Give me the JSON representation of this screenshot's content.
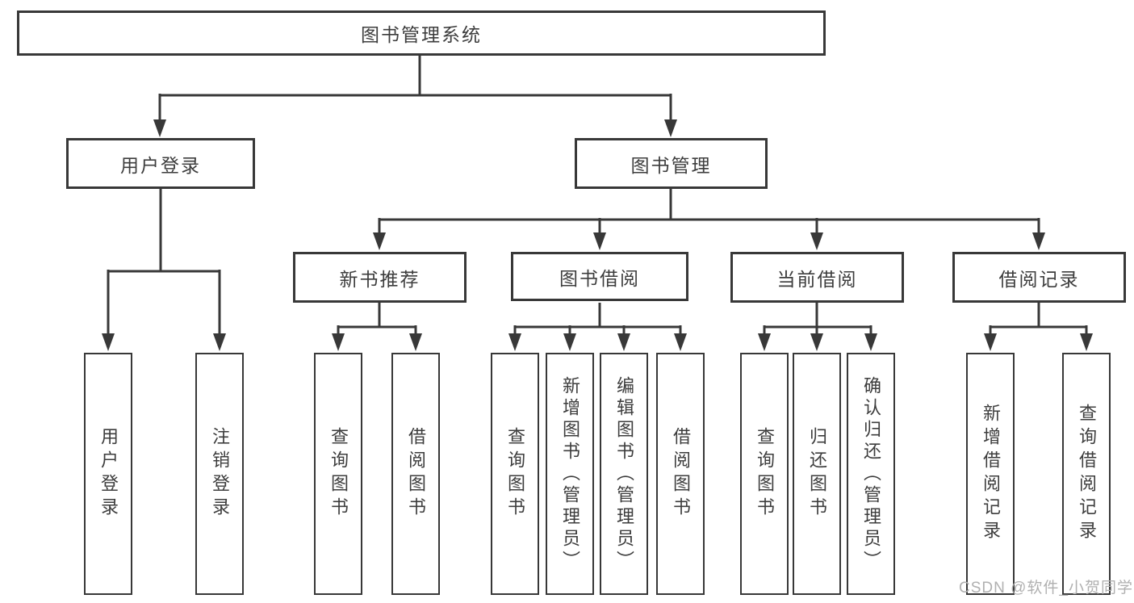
{
  "tree": {
    "title": "图书管理系统",
    "branches": [
      {
        "label": "用户登录",
        "children": [
          {
            "label": "用户登录"
          },
          {
            "label": "注销登录"
          }
        ]
      },
      {
        "label": "图书管理",
        "children": [
          {
            "label": "新书推荐",
            "children": [
              {
                "label": "查询图书"
              },
              {
                "label": "借阅图书"
              }
            ]
          },
          {
            "label": "图书借阅",
            "children": [
              {
                "label": "查询图书"
              },
              {
                "label": "新增图书（管理员）"
              },
              {
                "label": "编辑图书（管理员）"
              },
              {
                "label": "借阅图书"
              }
            ]
          },
          {
            "label": "当前借阅",
            "children": [
              {
                "label": "查询图书"
              },
              {
                "label": "归还图书"
              },
              {
                "label": "确认归还（管理员）"
              }
            ]
          },
          {
            "label": "借阅记录",
            "children": [
              {
                "label": "新增借阅记录"
              },
              {
                "label": "查询借阅记录"
              }
            ]
          }
        ]
      }
    ]
  },
  "watermark": "CSDN @软件_小贺同学",
  "colors": {
    "line": "#383838",
    "text": "#3d3d3d",
    "watermark": "#b0b0b0",
    "background": "#ffffff"
  }
}
